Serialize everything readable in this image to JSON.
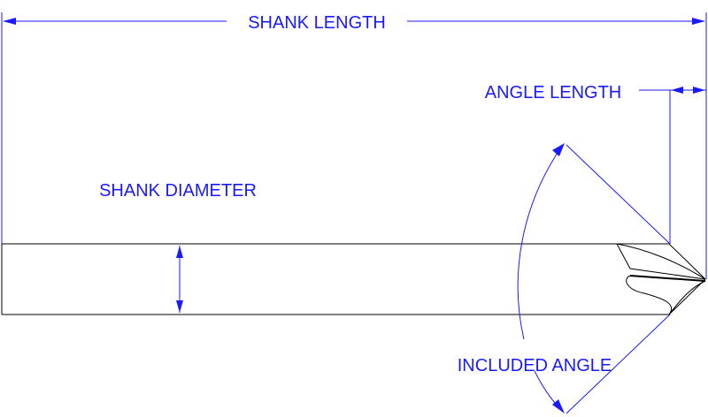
{
  "labels": {
    "shank_length": "SHANK LENGTH",
    "angle_length": "ANGLE LENGTH",
    "shank_diameter": "SHANK DIAMETER",
    "included_angle": "INCLUDED ANGLE"
  },
  "colors": {
    "dimension": "#1a1aff",
    "part": "#000000",
    "background": "#ffffff"
  }
}
